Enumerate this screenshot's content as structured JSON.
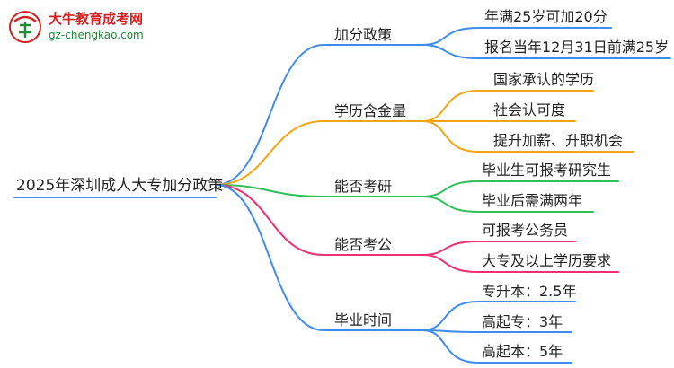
{
  "logo": {
    "title": "大牛教育成考网",
    "url": "gz-chengkao.com"
  },
  "colors": {
    "blue": "#3f8cf0",
    "orange": "#f5a415",
    "green": "#2fbf5a",
    "pink": "#ef2e73",
    "root_underline": "#3f8cf0"
  },
  "root": "2025年深圳成人大专加分政策",
  "branches": [
    {
      "label": "加分政策",
      "color": "blue",
      "leaves": [
        "年满25岁可加20分",
        "报名当年12月31日前满25岁"
      ]
    },
    {
      "label": "学历含金量",
      "color": "orange",
      "leaves": [
        "国家承认的学历",
        "社会认可度",
        "提升加薪、升职机会"
      ]
    },
    {
      "label": "能否考研",
      "color": "green",
      "leaves": [
        "毕业生可报考研究生",
        "毕业后需满两年"
      ]
    },
    {
      "label": "能否考公",
      "color": "pink",
      "leaves": [
        "可报考公务员",
        "大专及以上学历要求"
      ]
    },
    {
      "label": "毕业时间",
      "color": "blue",
      "leaves": [
        "专升本：2.5年",
        "高起专：3年",
        "高起本：5年"
      ]
    }
  ]
}
